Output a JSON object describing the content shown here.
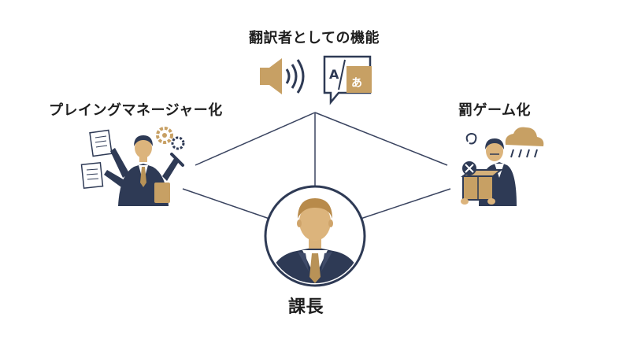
{
  "center": {
    "label": "課長"
  },
  "top": {
    "label": "翻訳者としての機能",
    "icon": "speaker-and-translate-icon"
  },
  "left": {
    "label": "プレイングマネージャー化",
    "icon": "multitasking-manager-icon"
  },
  "right": {
    "label": "罰ゲーム化",
    "icon": "stressed-worker-rain-icon"
  },
  "colors": {
    "navy": "#2e3a55",
    "gold": "#b89257",
    "line": "#3a4460",
    "skin": "#c79a5c"
  }
}
